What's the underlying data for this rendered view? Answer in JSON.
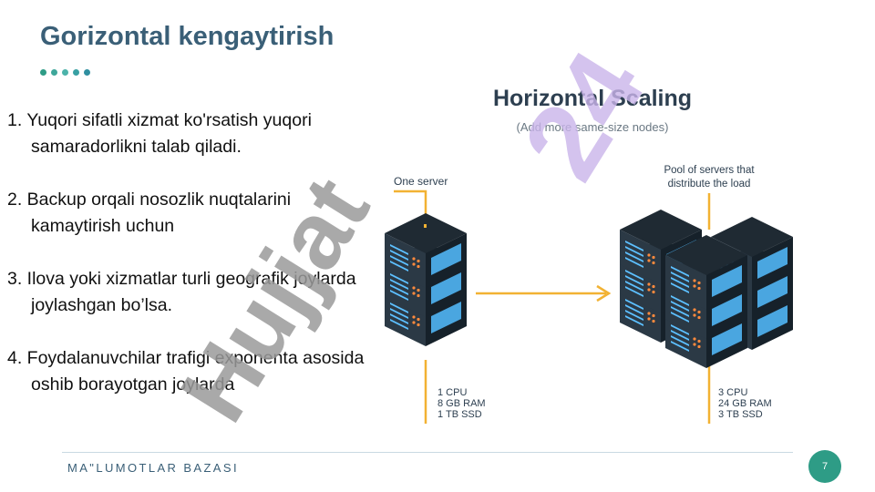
{
  "slide": {
    "title": "Gorizontal kengaytirish",
    "dot_colors": [
      "#2e9c86",
      "#3ea79a",
      "#4cb3aa",
      "#38a0a3",
      "#2f8fa0"
    ],
    "items": [
      "1. Yuqori sifatli xizmat ko'rsatish yuqori samaradorlikni talab qiladi.",
      "2. Backup  orqali nosozlik nuqtalarini kamaytirish uchun",
      "3. Ilova yoki xizmatlar turli geografik joylarda joylashgan bo’lsa.",
      "4. Foydalanuvchilar trafigi exponenta asosida oshib borayotgan joylarda"
    ],
    "footer": "MA\"LUMOTLAR BAZASI",
    "page_number": "7"
  },
  "diagram": {
    "title": "Horizontal Scaling",
    "subtitle": "(Add more same-size nodes)",
    "left_label": "One server",
    "right_label_line1": "Pool of servers that",
    "right_label_line2": "distribute the load",
    "left_specs": [
      "1 CPU",
      "8 GB RAM",
      "1 TB SSD"
    ],
    "right_specs": [
      "3 CPU",
      "24 GB RAM",
      "3 TB SSD"
    ],
    "accent_color": "#f2b233"
  },
  "watermark": {
    "text": "Hujjat 24",
    "colors": {
      "gray": "#9a9a9a",
      "purple": "#c9b4ea"
    }
  }
}
